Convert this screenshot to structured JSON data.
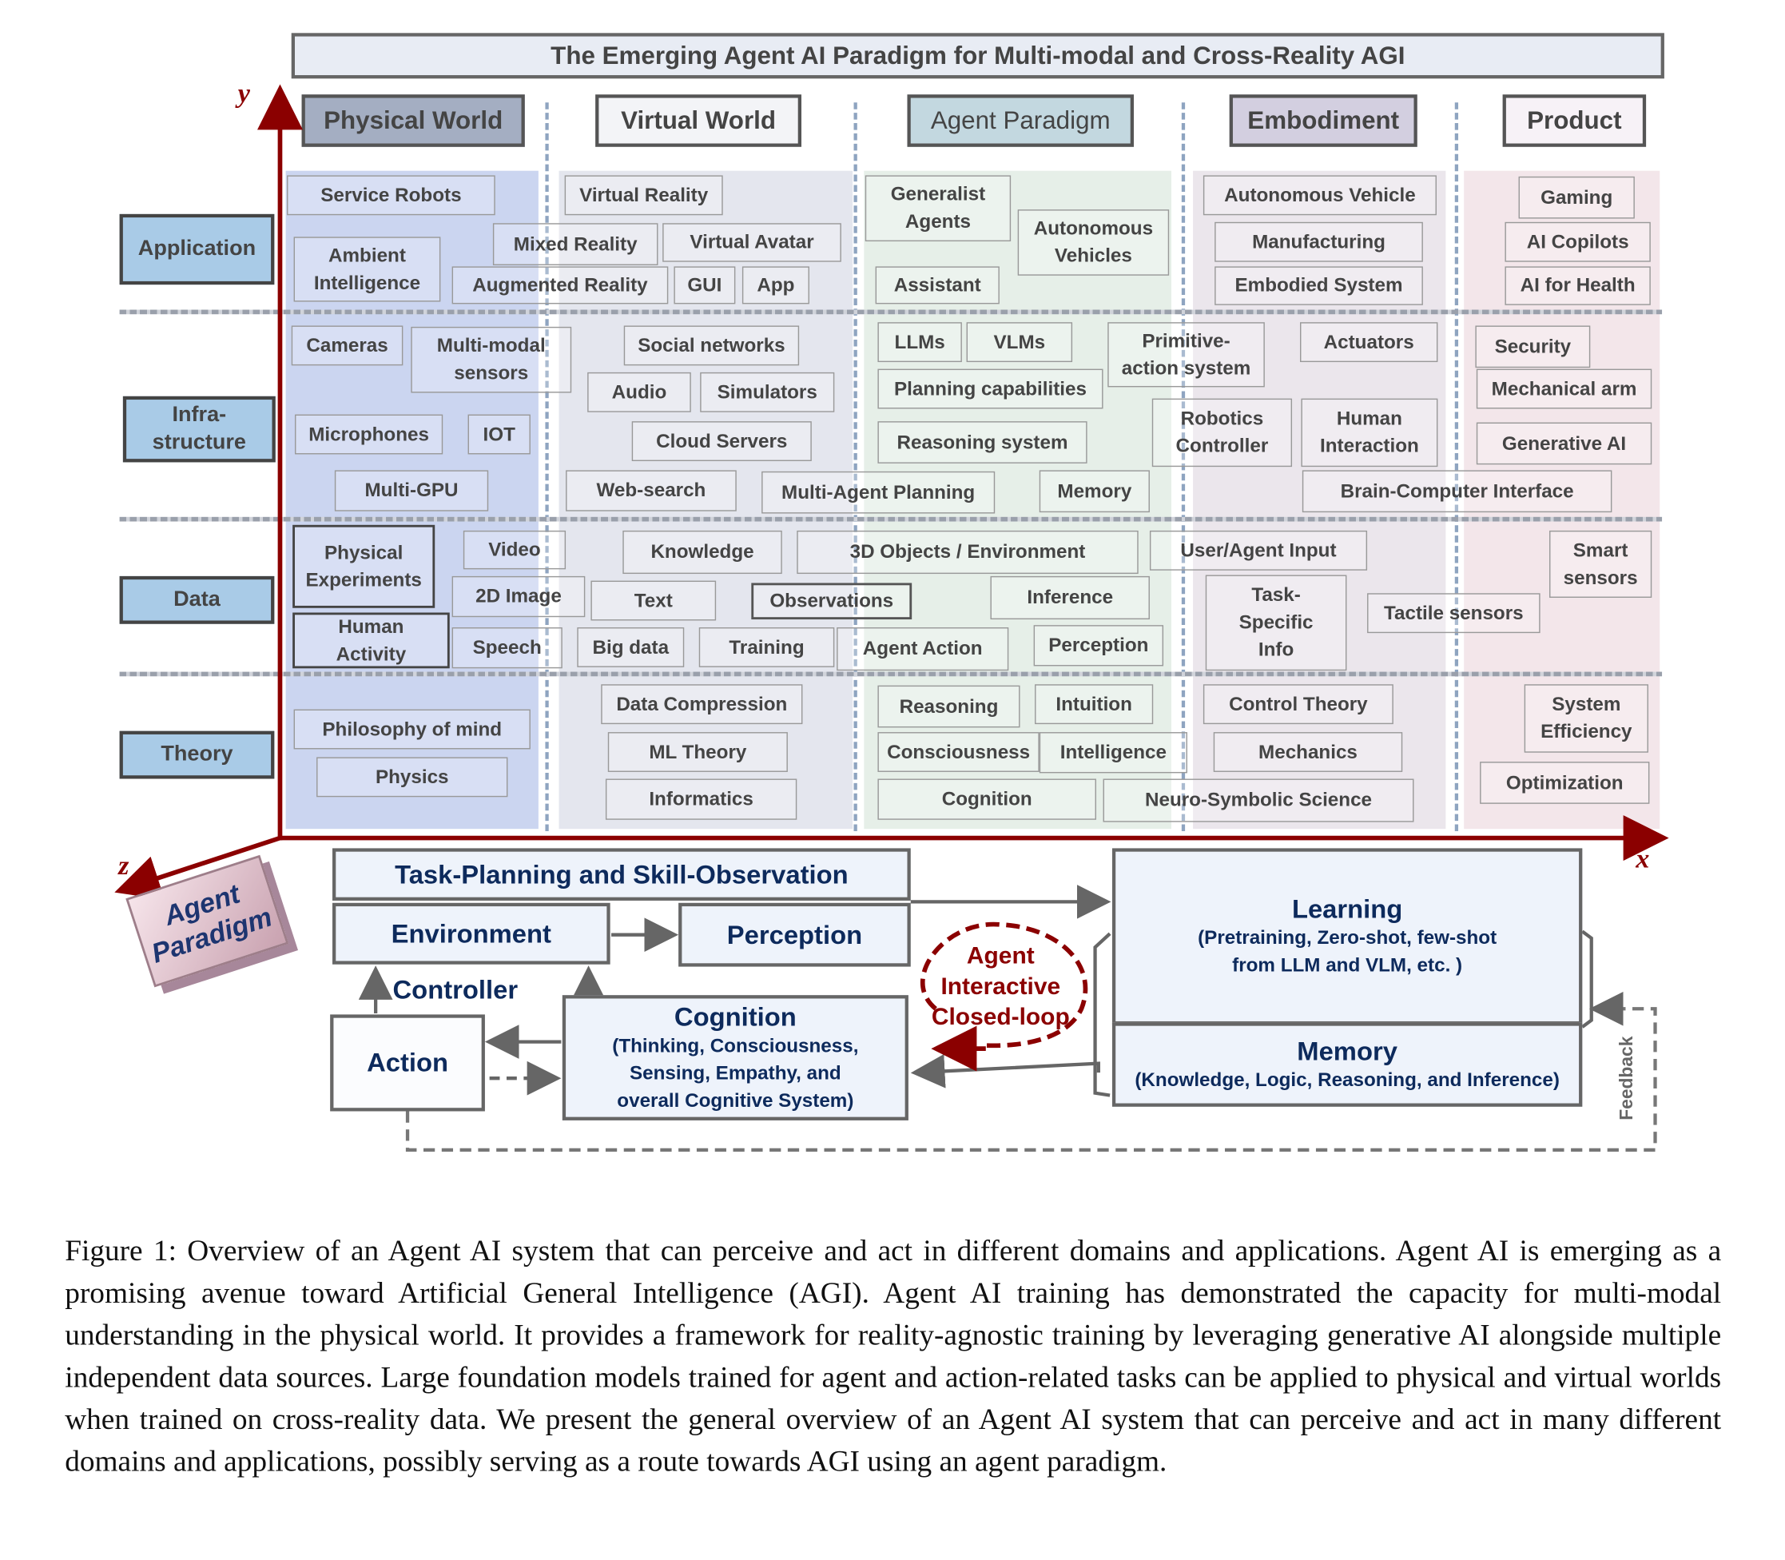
{
  "title": "The Emerging Agent AI Paradigm for Multi-modal and Cross-Reality AGI",
  "axes": {
    "y": "y",
    "x": "x",
    "z": "z"
  },
  "columns": {
    "physical": "Physical World",
    "virtual": "Virtual World",
    "agent": "Agent Paradigm",
    "embodiment": "Embodiment",
    "product": "Product"
  },
  "rows": {
    "application": "Application",
    "infrastructure": "Infra-\nstructure",
    "data": "Data",
    "theory": "Theory"
  },
  "items": {
    "application": [
      "Service Robots",
      "Ambient\nIntelligence",
      "Mixed Reality",
      "Augmented Reality",
      "Virtual Reality",
      "Virtual Avatar",
      "GUI",
      "App",
      "Generalist\nAgents",
      "Autonomous\nVehicles",
      "Assistant",
      "Autonomous Vehicle",
      "Manufacturing",
      "Embodied System",
      "Gaming",
      "AI Copilots",
      "AI for Health"
    ],
    "infrastructure": [
      "Cameras",
      "Multi-modal\nsensors",
      "Microphones",
      "IOT",
      "Multi-GPU",
      "Social networks",
      "Audio",
      "Simulators",
      "Cloud Servers",
      "Web-search",
      "LLMs",
      "VLMs",
      "Planning capabilities",
      "Reasoning system",
      "Multi-Agent Planning",
      "Memory",
      "Primitive-\naction system",
      "Robotics\nController",
      "Actuators",
      "Human\nInteraction",
      "Brain-Computer Interface",
      "Security",
      "Mechanical arm",
      "Generative AI"
    ],
    "data": [
      "Physical\nExperiments",
      "Human\nActivity",
      "Video",
      "2D Image",
      "Speech",
      "Knowledge",
      "Text",
      "Big data",
      "Training",
      "3D Objects / Environment",
      "Observations",
      "Agent Action",
      "Inference",
      "Perception",
      "User/Agent  Input",
      "Task-\nSpecific\nInfo",
      "Tactile sensors",
      "Smart\nsensors"
    ],
    "theory": [
      "Philosophy of mind",
      "Physics",
      "Data Compression",
      "ML Theory",
      "Informatics",
      "Reasoning",
      "Intuition",
      "Consciousness",
      "Intelligence",
      "Cognition",
      "Control Theory",
      "Mechanics",
      "Neuro-Symbolic Science",
      "System\nEfficiency",
      "Optimization"
    ]
  },
  "agent_block": "Agent\nParadigm",
  "flow": {
    "task_planning": "Task-Planning and Skill-Observation",
    "environment": "Environment",
    "perception": "Perception",
    "controller": "Controller",
    "action": "Action",
    "cognition_title": "Cognition",
    "cognition_sub": "(Thinking, Consciousness,\nSensing, Empathy, and\noverall Cognitive System)",
    "loop": "Agent\nInteractive\nClosed-loop",
    "learning_title": "Learning",
    "learning_sub": "(Pretraining, Zero-shot, few-shot\nfrom LLM and VLM, etc. )",
    "memory_title": "Memory",
    "memory_sub": "(Knowledge, Logic, Reasoning, and Inference)",
    "feedback": "Feedback"
  },
  "caption": "Figure 1: Overview of an Agent AI system that can perceive and act in different domains and applications. Agent AI is emerging as a promising avenue toward Artificial General Intelligence (AGI). Agent AI training has demonstrated the capacity for multi-modal understanding in the physical world. It provides a framework for reality-agnostic training by leveraging generative AI alongside multiple independent data sources. Large foundation models trained for agent and action-related tasks can be applied to physical and virtual worlds when trained on cross-reality data. We present the general overview of an Agent AI system that can perceive and act in many different domains and applications, possibly serving as a route towards AGI using an agent paradigm.",
  "colors": {
    "axis": "#8b0000",
    "physical_bg": "#cbd5f0",
    "virtual_bg": "#e4e6ee",
    "agent_bg": "#e6efe8",
    "embodiment_bg": "#ebe6ec",
    "product_bg": "#f3e6ea",
    "flow_text": "#0d2a5c",
    "loop": "#8b0000"
  }
}
